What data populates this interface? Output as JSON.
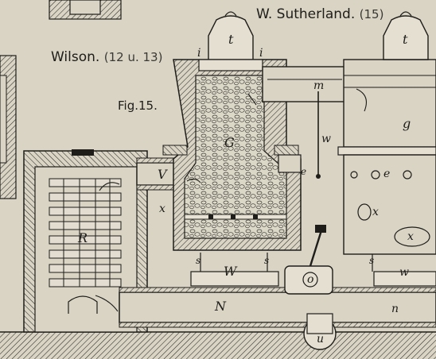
{
  "captions": {
    "sutherland_name": "W. Sutherland.",
    "sutherland_ref": "(15)",
    "wilson_name": "Wilson.",
    "wilson_ref": "(12 u. 13)",
    "figure": "Fig.15."
  },
  "part_labels": {
    "t_left": "t",
    "t_right": "t",
    "i_left": "i",
    "i_right": "i",
    "m": "m",
    "w_pipe": "w",
    "G": "G",
    "g": "g",
    "V": "V",
    "e_left": "e",
    "e_right": "e",
    "x_left": "x",
    "x_mid": "x",
    "x_right": "x",
    "R": "R",
    "s1": "s",
    "s2": "s",
    "s3": "s",
    "W": "W",
    "w_right": "w",
    "o": "o",
    "N": "N",
    "n": "n",
    "u": "u"
  },
  "colors": {
    "paper": "#d9d4c4",
    "ink": "#1e1d1a"
  }
}
